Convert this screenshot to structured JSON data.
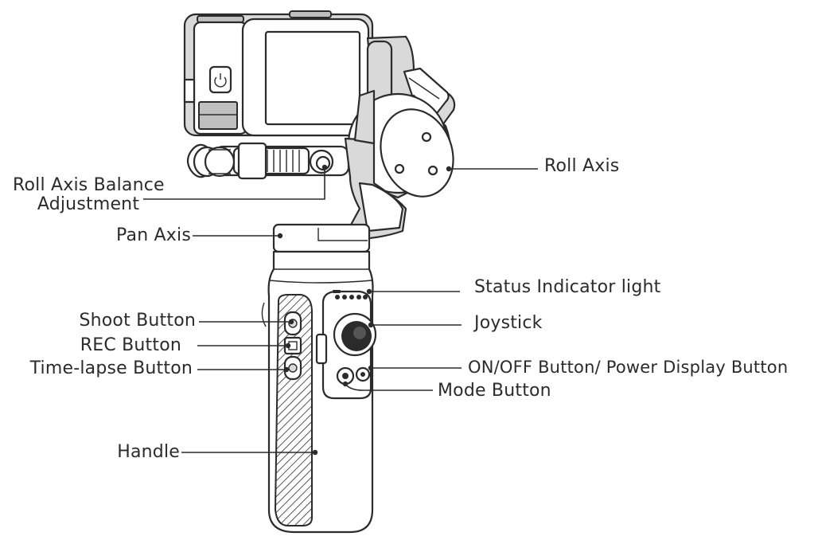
{
  "labels": {
    "roll_axis": "Roll Axis",
    "roll_axis_balance_line1": "Roll Axis Balance",
    "roll_axis_balance_line2": "Adjustment",
    "pan_axis": "Pan Axis",
    "status_indicator": "Status Indicator light",
    "joystick": "Joystick",
    "shoot_button": "Shoot Button",
    "rec_button": "REC Button",
    "timelapse_button": "Time-lapse Button",
    "onoff_button": "ON/OFF Button/ Power Display Button",
    "mode_button": "Mode Button",
    "handle": "Handle"
  },
  "colors": {
    "ink": "#2b2b2b",
    "body_fill": "#d9d9d9",
    "background": "#ffffff"
  }
}
